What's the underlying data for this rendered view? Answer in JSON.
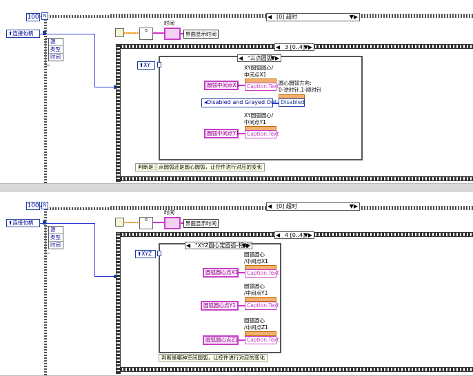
{
  "panel1": {
    "loop_count": "100",
    "loop_iter_icon": "loop-count-icon",
    "case_selector": "[0] 超时",
    "connect_handle": "连接句柄",
    "unbundle_fields": [
      "源",
      "类型",
      "时间"
    ],
    "time_label": "时间",
    "ui_time_button": "界面显示时间",
    "stacked_selector": "3 [0..4]",
    "ref_label": "XY",
    "inner_case": "\"三点圆弧\"",
    "x1_label_line1": "XY圆弧圆心/",
    "x1_label_line2": "中间点X1",
    "x1_control": "圆弧中间点X1",
    "caption_text_1": "Caption.Text",
    "dir_label_line1": "圆心圆弧方向:",
    "dir_label_line2": "0-逆时针,1-顺时针",
    "enum_value": "Disabled and Grayed Out",
    "disabled_prop": "Disabled",
    "y1_label_line1": "XY圆弧圆心/",
    "y1_label_line2": "中间点Y1",
    "y1_control": "圆弧中间点Y1",
    "caption_text_2": "Caption.Text",
    "comment": "判断是三点圆弧还是圆心圆弧，让控件进行对应的变化"
  },
  "panel2": {
    "loop_count": "100",
    "case_selector": "[0] 超时",
    "connect_handle": "连接句柄",
    "unbundle_fields": [
      "源",
      "类型",
      "时间"
    ],
    "time_label": "时间",
    "ui_time_button": "界面显示时间",
    "stacked_selector": "4 [0..4]",
    "ref_label": "XYZ",
    "inner_case": "\"XYZ圆心定圆弧-相对\"",
    "x1_label_line1": "圆弧圆心",
    "x1_label_line2": "/中间点X1",
    "x1_control": "圆弧圆心点X1",
    "caption_text_1": "Caption.Text",
    "y1_label_line1": "圆弧圆心",
    "y1_label_line2": "/中间点Y1",
    "y1_control": "圆弧圆心点Y1",
    "caption_text_2": "Caption.Text",
    "z1_label_line1": "圆弧圆心",
    "z1_label_line2": "/中间点Z1",
    "z1_control": "圆弧圆心点Z1",
    "caption_text_3": "Caption.Text",
    "comment": "判断是哪种空间圆弧，让控件进行对应的变化"
  }
}
